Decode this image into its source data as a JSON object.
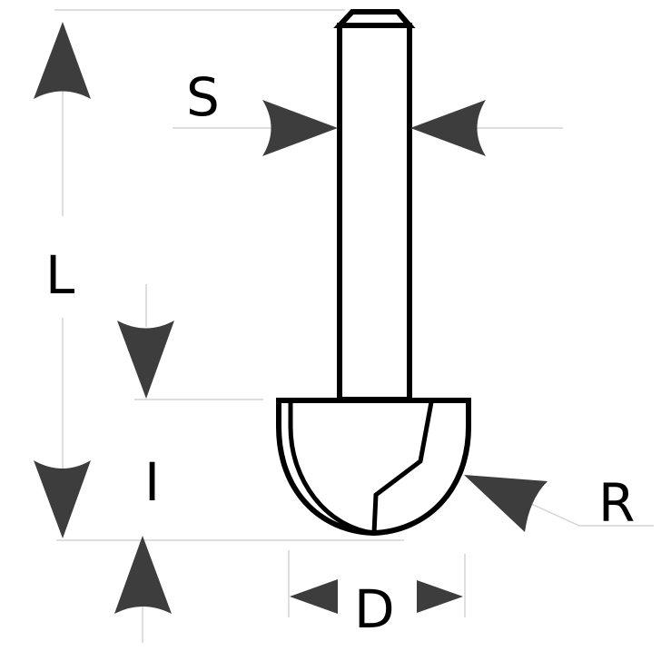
{
  "diagram": {
    "subject": "Router bit (core box / round nose) dimension drawing",
    "labels": {
      "shank_diameter": "S",
      "total_length": "L",
      "cutting_length": "I",
      "cutting_diameter": "D",
      "radius": "R"
    },
    "colors": {
      "outline": "#000000",
      "arrow_fill": "#3d3d3d",
      "reference_line": "#d4d4d4",
      "background": "#ffffff"
    }
  }
}
